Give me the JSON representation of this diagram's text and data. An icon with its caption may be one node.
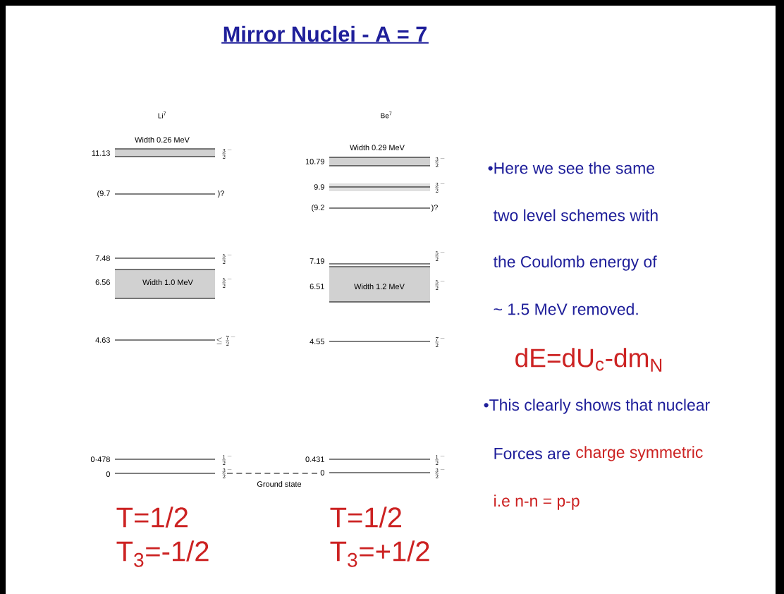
{
  "diagram": {
    "title": "Mirror Nuclei -  A = 7",
    "labels": [
      "Li$^{7}$",
      "Be$^{7}$",
      "Width 0.26 MeV",
      "11.13",
      "\\tfrac{3}{2}^{-}",
      "Width 0.29 MeV",
      "10.79",
      "\\tfrac{3}{2}^{-}",
      "(9.7",
      ")?",
      "9.9",
      "\\tfrac{3}{2}^{-}",
      "(9.2",
      ")?",
      "7.48",
      "\\tfrac{5}{2}^{-}",
      "7.19",
      "\\tfrac{5}{2}^{-}",
      "6.56",
      "Width 1.0 MeV",
      "\\tfrac{5}{2}^{-}",
      "6.51",
      "Width 1.2 MeV",
      "\\tfrac{5}{2}^{-}",
      "4.63",
      "\\leq \\tfrac{7}{2}^{-}",
      "4.55",
      "\\tfrac{7}{2}^{-}",
      "0·478",
      "\\tfrac{1}{2}^{-}",
      "0.431",
      "\\tfrac{1}{2}^{-}",
      "0",
      "\\tfrac{3}{2}^{-}",
      "0",
      "\\tfrac{3}{2}^{-}",
      "Ground state",
      "T=1/2",
      "T$_{3}$=-1/2",
      "T=1/2",
      "T$_{3}$=+1/2",
      "•Here we see the same",
      "two level schemes with",
      "the Coulomb energy of",
      "~ 1.5 MeV removed.",
      "dE=dU$_{c}$-dm$_{N}$",
      "•This clearly shows that nuclear",
      "Forces are",
      "charge symmetric",
      "i.e   n-n = p-p"
    ]
  }
}
